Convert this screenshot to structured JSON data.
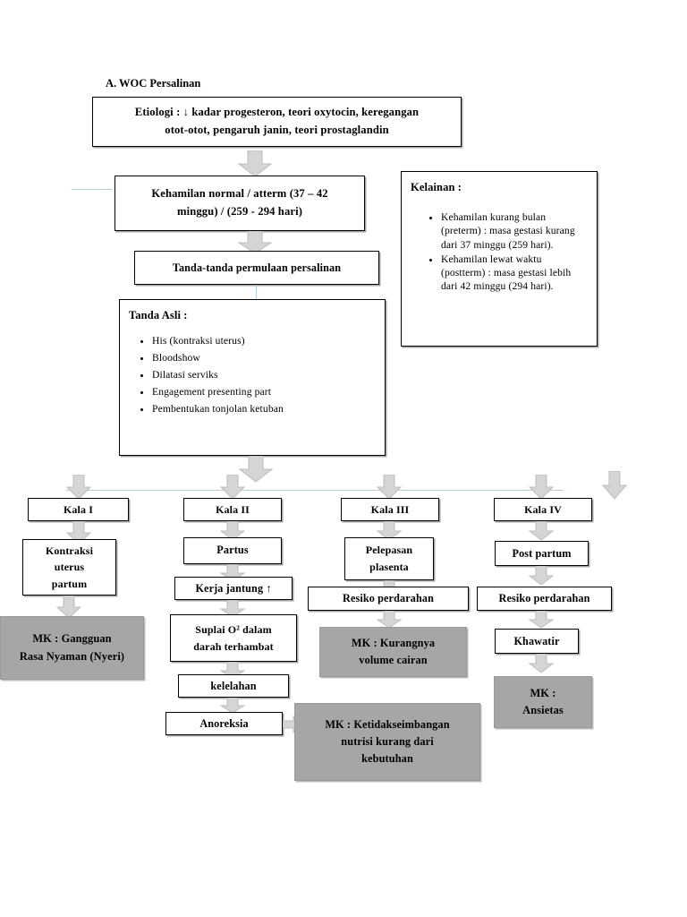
{
  "document": {
    "title": "A.  WOC Persalinan"
  },
  "colors": {
    "mk_box_fill": "#a6a6a6",
    "arrow_fill": "#d5d5d5",
    "arrow_stroke": "#bdbdbd",
    "connector_line": "#b8cfe0",
    "box_border": "#000000",
    "background": "#ffffff"
  },
  "nodes": {
    "etiologi": {
      "line1": "Etiologi : ↓ kadar progesteron, teori oxytocin, keregangan",
      "line2": "otot-otot, pengaruh janin, teori prostaglandin"
    },
    "kehamilan_normal": {
      "line1": "Kehamilan normal / atterm (37 – 42",
      "line2": "minggu) / (259 - 294 hari)"
    },
    "tanda_permulaan": {
      "label": "Tanda-tanda permulaan persalinan"
    },
    "kelainan": {
      "heading": "Kelainan :",
      "items": [
        "Kehamilan kurang bulan (preterm) : masa gestasi kurang dari 37 minggu (259 hari).",
        "Kehamilan lewat waktu (postterm) : masa gestasi lebih dari 42 minggu (294 hari)."
      ]
    },
    "tanda_asli": {
      "heading": "Tanda Asli :",
      "items": [
        "His (kontraksi uterus)",
        "Bloodshow",
        "Dilatasi serviks",
        "Engagement presenting part",
        "Pembentukan tonjolan ketuban"
      ]
    }
  },
  "branches": [
    {
      "id": "kala-1",
      "header": "Kala I",
      "steps": [
        {
          "id": "kontraksi-uterus-partum",
          "line1": "Kontraksi",
          "line2": "uterus",
          "line3": "partum"
        }
      ],
      "outcome": {
        "id": "mk-gangguan-rasa-nyaman",
        "line1": "MK : Gangguan",
        "line2": "Rasa Nyaman (Nyeri)"
      }
    },
    {
      "id": "kala-2",
      "header": "Kala II",
      "steps": [
        {
          "id": "partus",
          "line1": "Partus"
        },
        {
          "id": "kerja-jantung",
          "line1": "Kerja jantung ↑"
        },
        {
          "id": "suplai-o2",
          "line1": "Suplai O² dalam",
          "line2": "darah terhambat"
        },
        {
          "id": "kelelahan",
          "line1": "kelelahan"
        },
        {
          "id": "anoreksia",
          "line1": "Anoreksia"
        }
      ],
      "outcome": {
        "id": "mk-ketidakseimbangan-nutrisi",
        "line1": "MK : Ketidakseimbangan",
        "line2": "nutrisi kurang dari",
        "line3": "kebutuhan"
      }
    },
    {
      "id": "kala-3",
      "header": "Kala III",
      "steps": [
        {
          "id": "pelepasan-plasenta",
          "line1": "Pelepasan",
          "line2": "plasenta"
        },
        {
          "id": "resiko-perdarahan-3",
          "line1": "Resiko perdarahan"
        }
      ],
      "outcome": {
        "id": "mk-kurangnya-volume-cairan",
        "line1": "MK : Kurangnya",
        "line2": "volume cairan"
      }
    },
    {
      "id": "kala-4",
      "header": "Kala IV",
      "steps": [
        {
          "id": "post-partum",
          "line1": "Post partum"
        },
        {
          "id": "resiko-perdarahan-4",
          "line1": "Resiko perdarahan"
        },
        {
          "id": "khawatir",
          "line1": "Khawatir"
        }
      ],
      "outcome": {
        "id": "mk-ansietas",
        "line1": "MK :",
        "line2": "Ansietas"
      }
    }
  ]
}
